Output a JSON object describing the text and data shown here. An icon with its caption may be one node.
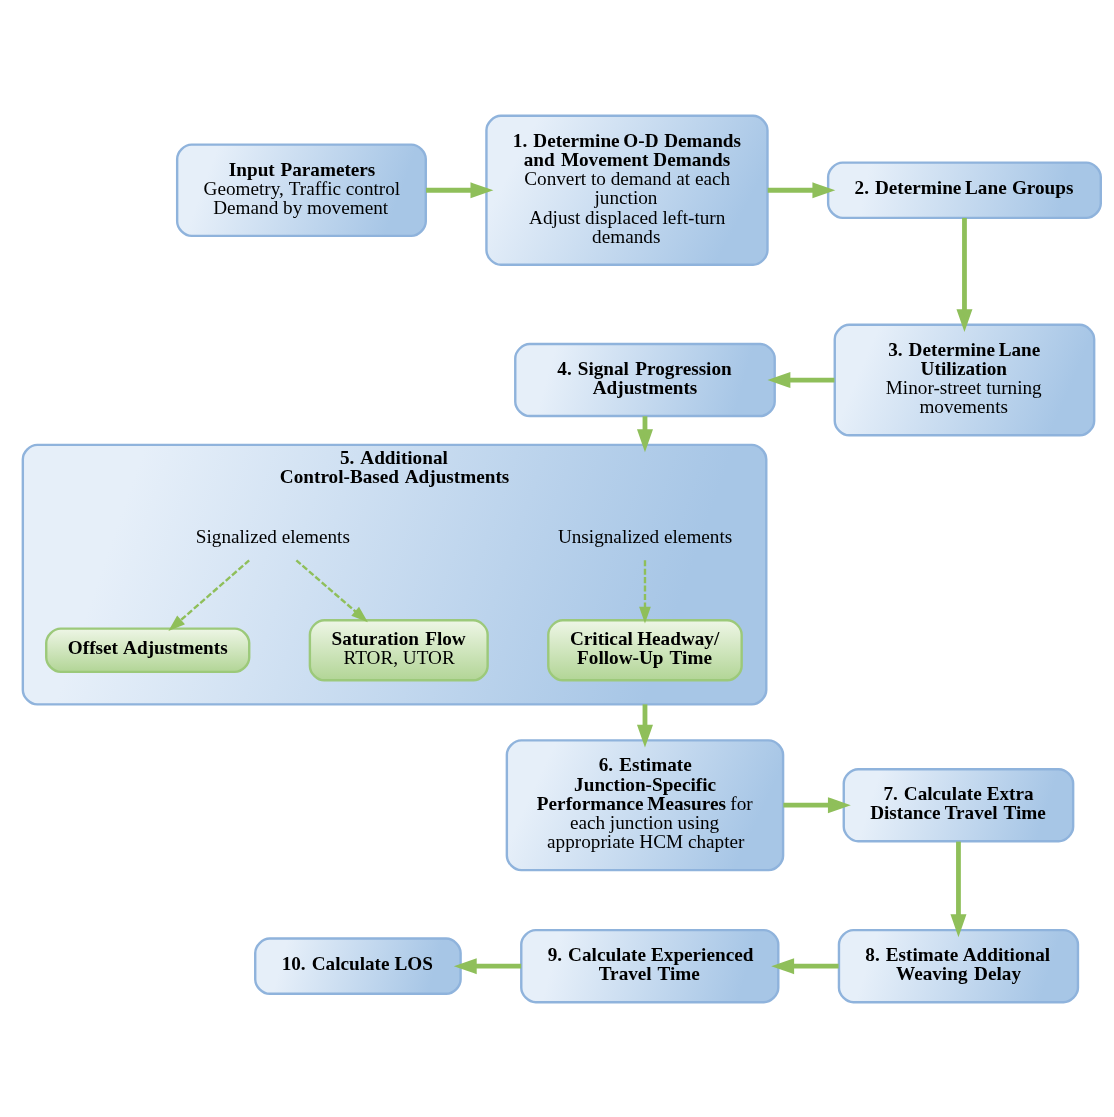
{
  "diagram": {
    "nodes": [
      {
        "text": [
          "Input Parameters",
          "Geometry, Traffic control",
          "Demand by movement"
        ]
      },
      {
        "text": [
          "1. Determine O-D Demands and Movement Demands",
          "Convert to demand at each junction",
          "Adjust displaced left-turn demands"
        ]
      },
      {
        "text": [
          "2. Determine Lane Groups"
        ]
      },
      {
        "text": [
          "3. Determine Lane Utilization",
          "Minor-street turning movements"
        ]
      },
      {
        "text": [
          "4. Signal Progression Adjustments"
        ]
      },
      {
        "text": [
          "5. Additional Control-Based Adjustments"
        ]
      },
      {
        "text": [
          "Unsignalized elements"
        ],
        "in": 5
      },
      {
        "text": [
          "Signalized elements"
        ],
        "in": 5
      },
      {
        "text": [
          "Critical Headway/ Follow-Up Time"
        ],
        "in": 5
      },
      {
        "text": [
          "Offset Adjustments"
        ],
        "in": 5
      },
      {
        "text": [
          "Saturation Flow",
          "RTOR, UTOR"
        ],
        "in": 5
      },
      {
        "text": [
          "**6. Estimate Junction-Specific Performance Measures** for each junction using appropriate HCM chapter"
        ]
      },
      {
        "text": [
          "7. Calculate Extra Distance Travel Time"
        ]
      },
      {
        "text": [
          "8. Estimate Additional Weaving Delay"
        ]
      },
      {
        "text": [
          "9. Calculate Experienced Travel Time"
        ]
      },
      {
        "text": [
          "10. Calculate LOS"
        ]
      }
    ],
    "edges": [
      {
        "from": 0,
        "to": 1,
        "arrow": "to"
      },
      {
        "from": 1,
        "to": 2,
        "arrow": "to"
      },
      {
        "from": 2,
        "to": 3,
        "arrow": "to"
      },
      {
        "from": 3,
        "to": 4,
        "arrow": "to"
      },
      {
        "from": 4,
        "to": 5,
        "arrow": "to"
      },
      {
        "from": 6,
        "to": 8,
        "arrow": "to",
        "style": "dashed"
      },
      {
        "from": 7,
        "to": 9,
        "arrow": "to",
        "style": "dashed"
      },
      {
        "from": 7,
        "to": 10,
        "arrow": "to",
        "style": "dashed"
      },
      {
        "from": 5,
        "to": 11,
        "arrow": "to"
      },
      {
        "from": 11,
        "to": 12,
        "arrow": "to"
      },
      {
        "from": 12,
        "to": 13,
        "arrow": "to"
      },
      {
        "from": 13,
        "to": 14,
        "arrow": "to"
      },
      {
        "from": 14,
        "to": 15,
        "arrow": "to"
      }
    ]
  }
}
